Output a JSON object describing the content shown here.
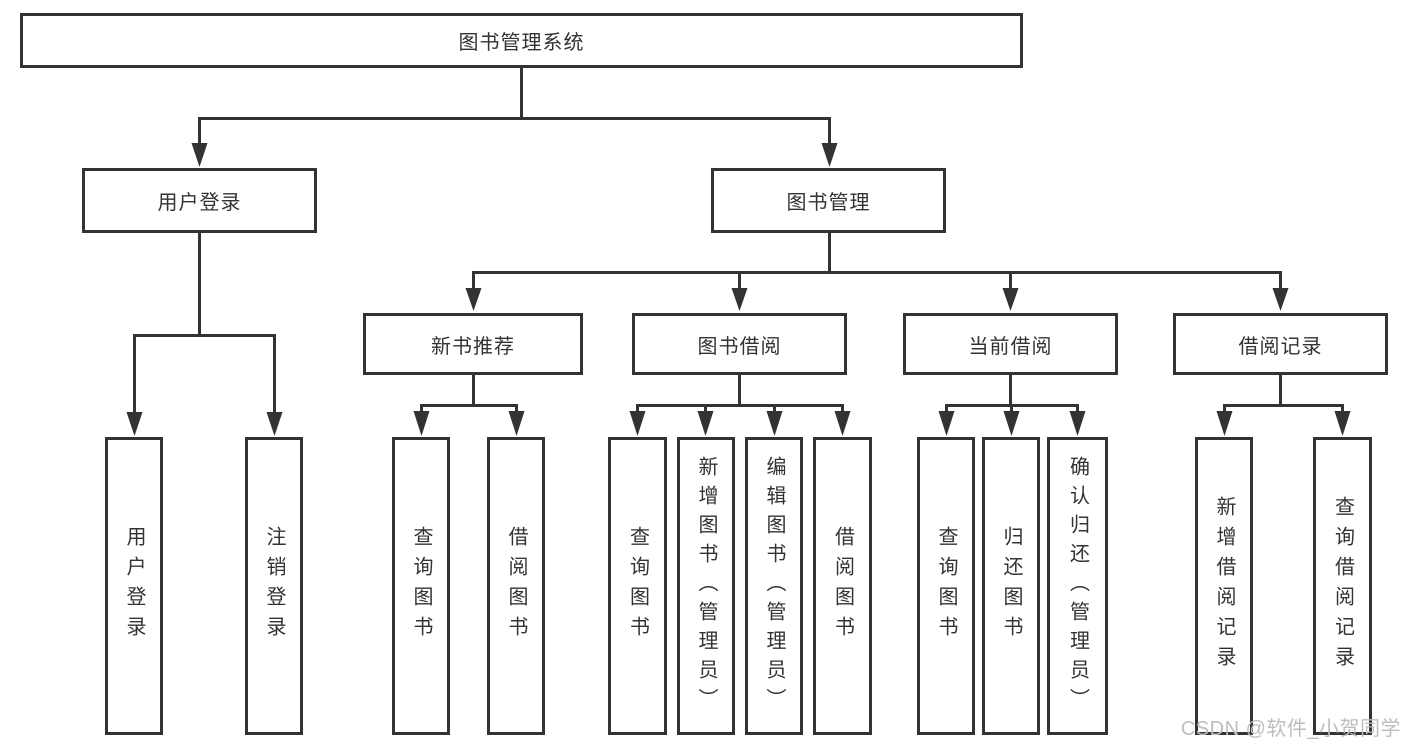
{
  "diagram_type": "hierarchy-tree",
  "tree": {
    "label": "图书管理系统",
    "children": [
      {
        "label": "用户登录",
        "children": [
          {
            "label": "用户登录"
          },
          {
            "label": "注销登录"
          }
        ]
      },
      {
        "label": "图书管理",
        "children": [
          {
            "label": "新书推荐",
            "children": [
              {
                "label": "查询图书"
              },
              {
                "label": "借阅图书"
              }
            ]
          },
          {
            "label": "图书借阅",
            "children": [
              {
                "label": "查询图书"
              },
              {
                "label": "新增图书（管理员）"
              },
              {
                "label": "编辑图书（管理员）"
              },
              {
                "label": "借阅图书"
              }
            ]
          },
          {
            "label": "当前借阅",
            "children": [
              {
                "label": "查询图书"
              },
              {
                "label": "归还图书"
              },
              {
                "label": "确认归还（管理员）"
              }
            ]
          },
          {
            "label": "借阅记录",
            "children": [
              {
                "label": "新增借阅记录"
              },
              {
                "label": "查询借阅记录"
              }
            ]
          }
        ]
      }
    ]
  },
  "watermark": "CSDN @软件_小贺同学",
  "colors": {
    "line": "#333333",
    "box_border": "#333333",
    "text": "#333333",
    "watermark": "#bdbdbd",
    "background": "#ffffff"
  }
}
